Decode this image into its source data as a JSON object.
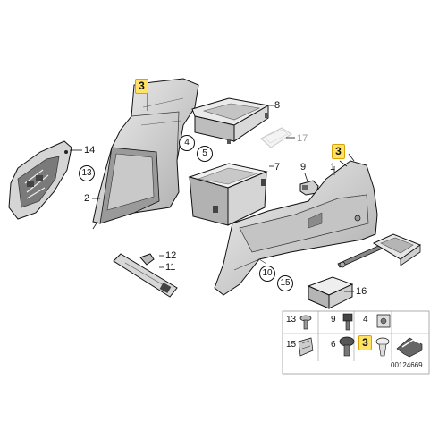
{
  "callouts": {
    "c3_top_left": "3",
    "c3_top_right": "3",
    "c3_table": "3",
    "c8": "8",
    "c4": "4",
    "c17": "17",
    "c5": "5",
    "c7": "7",
    "c9": "9",
    "c1": "1",
    "c14": "14",
    "c13": "13",
    "c2": "2",
    "c12": "12",
    "c11": "11",
    "c10": "10",
    "c15": "15",
    "c16": "16",
    "t13": "13",
    "t9": "9",
    "t4": "4",
    "t15": "15",
    "t6": "6"
  },
  "diagram_number": "00124669",
  "colors": {
    "line": "#111111",
    "highlight_fill": "#ffe266",
    "highlight_border": "#d9a300",
    "part_fill": "#dcdcdc",
    "part_dark": "#8c8c8c",
    "ghost": "#c8c8c8"
  }
}
